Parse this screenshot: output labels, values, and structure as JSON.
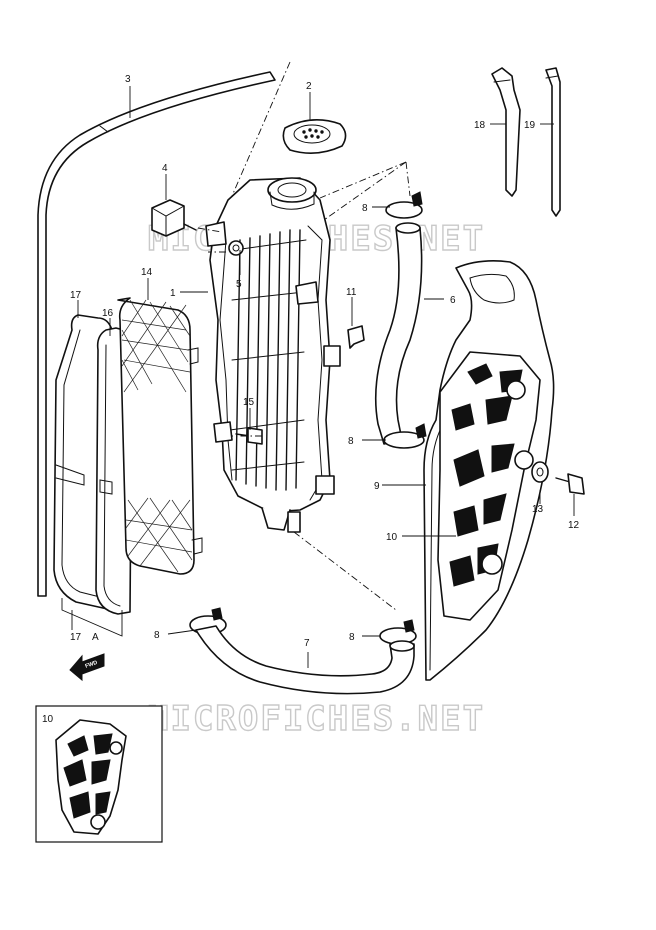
{
  "watermark": "MICROFICHES.NET",
  "direction_marker": "FWD",
  "inset_label": "10",
  "callouts": {
    "p1": "1",
    "p2": "2",
    "p3": "3",
    "p4": "4",
    "p5": "5",
    "p6": "6",
    "p7": "7",
    "p8a": "8",
    "p8b": "8",
    "p8c": "8",
    "p8d": "8",
    "p9": "9",
    "p10": "10",
    "p11": "11",
    "p12": "12",
    "p13": "13",
    "p14": "14",
    "p15": "15",
    "p16": "16",
    "p17": "17",
    "p17b": "17",
    "pA": "A",
    "p18": "18",
    "p19": "19"
  },
  "icons": [
    "radiator",
    "radiator-cap",
    "overflow-hose",
    "mount-bolt",
    "upper-hose",
    "lower-hose",
    "hose-clamp",
    "radiator-louver",
    "louver-inner-panel",
    "louver-bolt",
    "louver-washer",
    "mounting-clip",
    "mesh-guard",
    "side-cover",
    "cable-tie",
    "fwd-arrow"
  ]
}
